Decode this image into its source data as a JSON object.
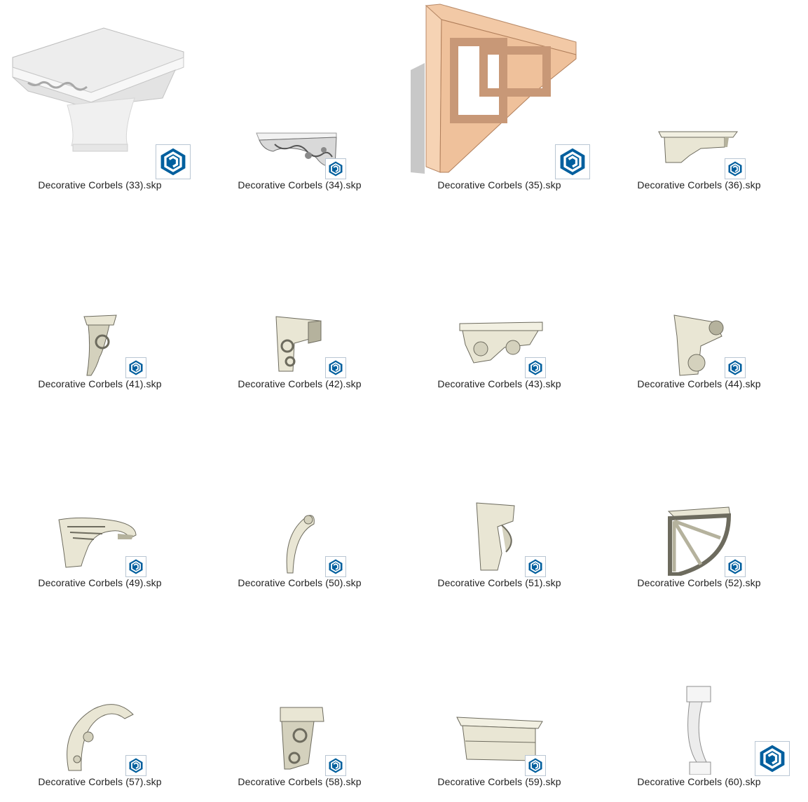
{
  "window": {
    "view": "large-icons",
    "icon_name": "sketchup-file-icon",
    "badge_color": "#005f9e"
  },
  "files": [
    {
      "label": "Decorative Corbels (33).skp",
      "badge": "large",
      "shape": "capital"
    },
    {
      "label": "Decorative Corbels (34).skp",
      "badge": "small",
      "shape": "ornate-flat"
    },
    {
      "label": "Decorative Corbels (35).skp",
      "badge": "large",
      "shape": "wood-bracket"
    },
    {
      "label": "Decorative Corbels (36).skp",
      "badge": "small",
      "shape": "shelf-small"
    },
    {
      "label": "Decorative Corbels (41).skp",
      "badge": "small",
      "shape": "scroll-tall"
    },
    {
      "label": "Decorative Corbels (42).skp",
      "badge": "small",
      "shape": "scroll-block"
    },
    {
      "label": "Decorative Corbels (43).skp",
      "badge": "small",
      "shape": "shelf-scroll"
    },
    {
      "label": "Decorative Corbels (44).skp",
      "badge": "small",
      "shape": "block-curl"
    },
    {
      "label": "Decorative Corbels (49).skp",
      "badge": "small",
      "shape": "wave"
    },
    {
      "label": "Decorative Corbels (50).skp",
      "badge": "small",
      "shape": "thin-curve"
    },
    {
      "label": "Decorative Corbels (51).skp",
      "badge": "small",
      "shape": "ogee"
    },
    {
      "label": "Decorative Corbels (52).skp",
      "badge": "small",
      "shape": "fan"
    },
    {
      "label": "Decorative Corbels (57).skp",
      "badge": "small",
      "shape": "acanthus"
    },
    {
      "label": "Decorative Corbels (58).skp",
      "badge": "small",
      "shape": "scroll-cap"
    },
    {
      "label": "Decorative Corbels (59).skp",
      "badge": "small",
      "shape": "box-shelf"
    },
    {
      "label": "Decorative Corbels (60).skp",
      "badge": "large",
      "shape": "column"
    }
  ]
}
